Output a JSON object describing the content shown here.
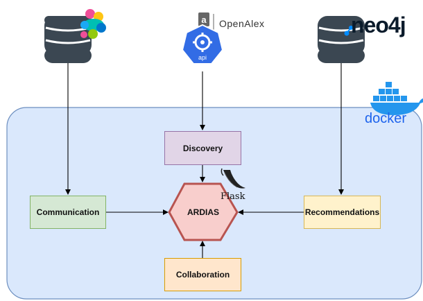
{
  "diagram": {
    "center": {
      "label": "ARDIAS"
    },
    "modules": {
      "discovery": "Discovery",
      "communication": "Communication",
      "recommendations": "Recommendations",
      "collaboration": "Collaboration"
    },
    "logos": {
      "openalex": "OpenAlex",
      "api": "api",
      "neo4j": "neo4j",
      "docker": "docker",
      "flask": "Flask"
    },
    "colors": {
      "container_fill": "#dae8fc",
      "container_stroke": "#6c8ebf",
      "hexagon_fill": "#f8cecc",
      "hexagon_stroke": "#b85450",
      "discovery_fill": "#e1d5e7",
      "communication_fill": "#d5e8d4",
      "recommendations_fill": "#fff2cc",
      "collaboration_fill": "#ffe6cc",
      "database": "#3b4752",
      "kubernetes_blue": "#326ce5",
      "docker_blue": "#2496ed"
    },
    "icons": [
      "elasticsearch-icon",
      "openalex-icon",
      "kubernetes-api-icon",
      "neo4j-icon",
      "docker-icon",
      "flask-icon",
      "database-icon"
    ]
  }
}
